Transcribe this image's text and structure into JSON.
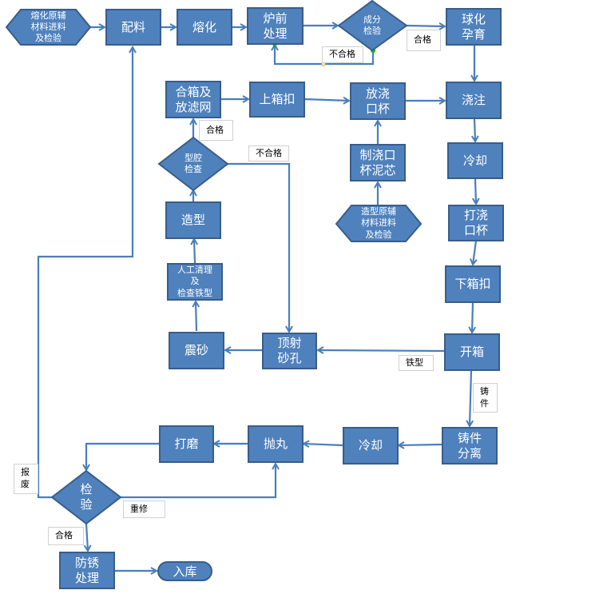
{
  "diagram": {
    "colors": {
      "fill": "#4f81bd",
      "stroke": "#385d8a",
      "connector": "#4a7ebb",
      "text": "#ffffff"
    },
    "nodes": {
      "raw_material": "熔化原辅\n材料进料\n及检验",
      "batching": "配料",
      "melting": "熔化",
      "pre_furnace": "炉前\n处理",
      "composition_check": "成分\n检验",
      "spheroidizing": "球化\n孕育",
      "closing_filter": "合箱及\n放滤网",
      "upper_flask": "上箱扣",
      "pouring_cup": "放浇\n口杯",
      "pouring": "浇注",
      "cavity_check": "型腔\n检查",
      "make_cup_core": "制浇口\n杯泥芯",
      "cooling1": "冷却",
      "molding": "造型",
      "core_material": "造型原辅\n材料进料\n及检验",
      "knock_cup": "打浇\n口杯",
      "manual_clean": "人工清理\n及\n检查铁型",
      "lower_flask": "下箱扣",
      "shakeout": "震砂",
      "top_shot": "顶射\n砂孔",
      "open_flask": "开箱",
      "grinding": "打磨",
      "shot_blast": "抛丸",
      "cooling2": "冷却",
      "casting_separation": "铸件\n分离",
      "inspection": "检\n验",
      "rust_prevention": "防锈\n处理",
      "warehouse": "入库"
    },
    "labels": {
      "pass1": "合格",
      "fail1": "不合格",
      "pass2": "合格",
      "fail2": "不合格",
      "iron_mold": "铁型",
      "casting": "铸\n件",
      "scrap": "报\n废",
      "repair": "重修",
      "pass3": "合格"
    }
  }
}
